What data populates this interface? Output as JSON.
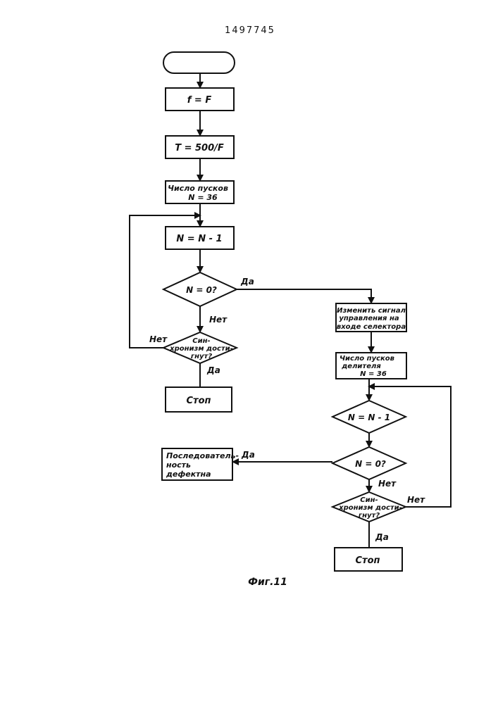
{
  "page_number": "1497745",
  "figure_caption": "Фиг.11",
  "left_branch": {
    "assign_f": "f = F",
    "assign_T": "T = 500/F",
    "starts_line1": "Число пусков",
    "starts_line2": "N = 36",
    "decrement": "N = N - 1",
    "check_zero": "N = 0?",
    "sync_line1": "Син-",
    "sync_line2": "хронизм дости-",
    "sync_line3": "гнут?",
    "stop": "Стоп",
    "label_yes_zero": "Да",
    "label_no_zero": "Нет",
    "label_no_sync": "Нет",
    "label_yes_sync": "Да"
  },
  "right_branch": {
    "change_line1": "Изменить сигнал",
    "change_line2": "управления на",
    "change_line3": "входе селектора",
    "divider_line1": "Число пусков",
    "divider_line2": "делителя",
    "divider_line3": "N = 36",
    "decrement": "N = N - 1",
    "check_zero": "N = 0?",
    "sync_line1": "Син-",
    "sync_line2": "хронизм дости-",
    "sync_line3": "гнут?",
    "stop": "Стоп",
    "defect_line1": "Последователь-",
    "defect_line2": "ность",
    "defect_line3": "дефектна",
    "label_yes_zero": "Да",
    "label_no_zero": "Нет",
    "label_no_sync": "Нет",
    "label_yes_sync": "Да"
  }
}
